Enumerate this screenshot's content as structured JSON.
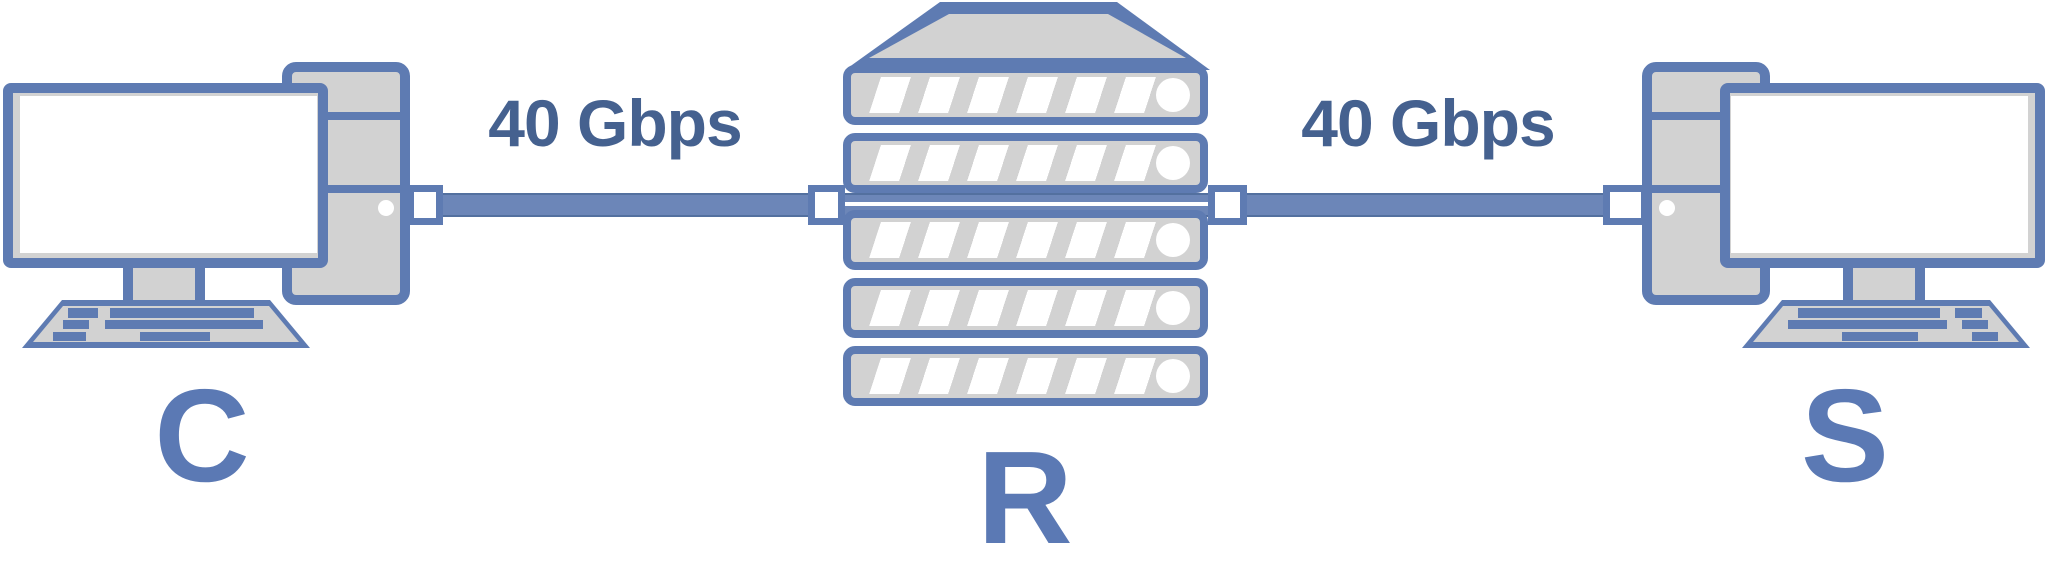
{
  "diagram": {
    "type": "network-topology",
    "nodes": {
      "client": {
        "label": "C",
        "icon": "desktop-computer-icon"
      },
      "router": {
        "label": "R",
        "icon": "router-rack-icon"
      },
      "server": {
        "label": "S",
        "icon": "desktop-computer-icon"
      }
    },
    "links": {
      "client_router": {
        "from": "C",
        "to": "R",
        "label": "40 Gbps"
      },
      "router_server": {
        "from": "R",
        "to": "S",
        "label": "40 Gbps"
      }
    },
    "colors": {
      "accent_blue": "#5e7bb2",
      "link_blue": "#6c86b8",
      "link_label_blue": "#45618f",
      "node_letter_blue": "#5b79b4",
      "device_gray": "#d2d2d2",
      "white": "#ffffff"
    }
  }
}
